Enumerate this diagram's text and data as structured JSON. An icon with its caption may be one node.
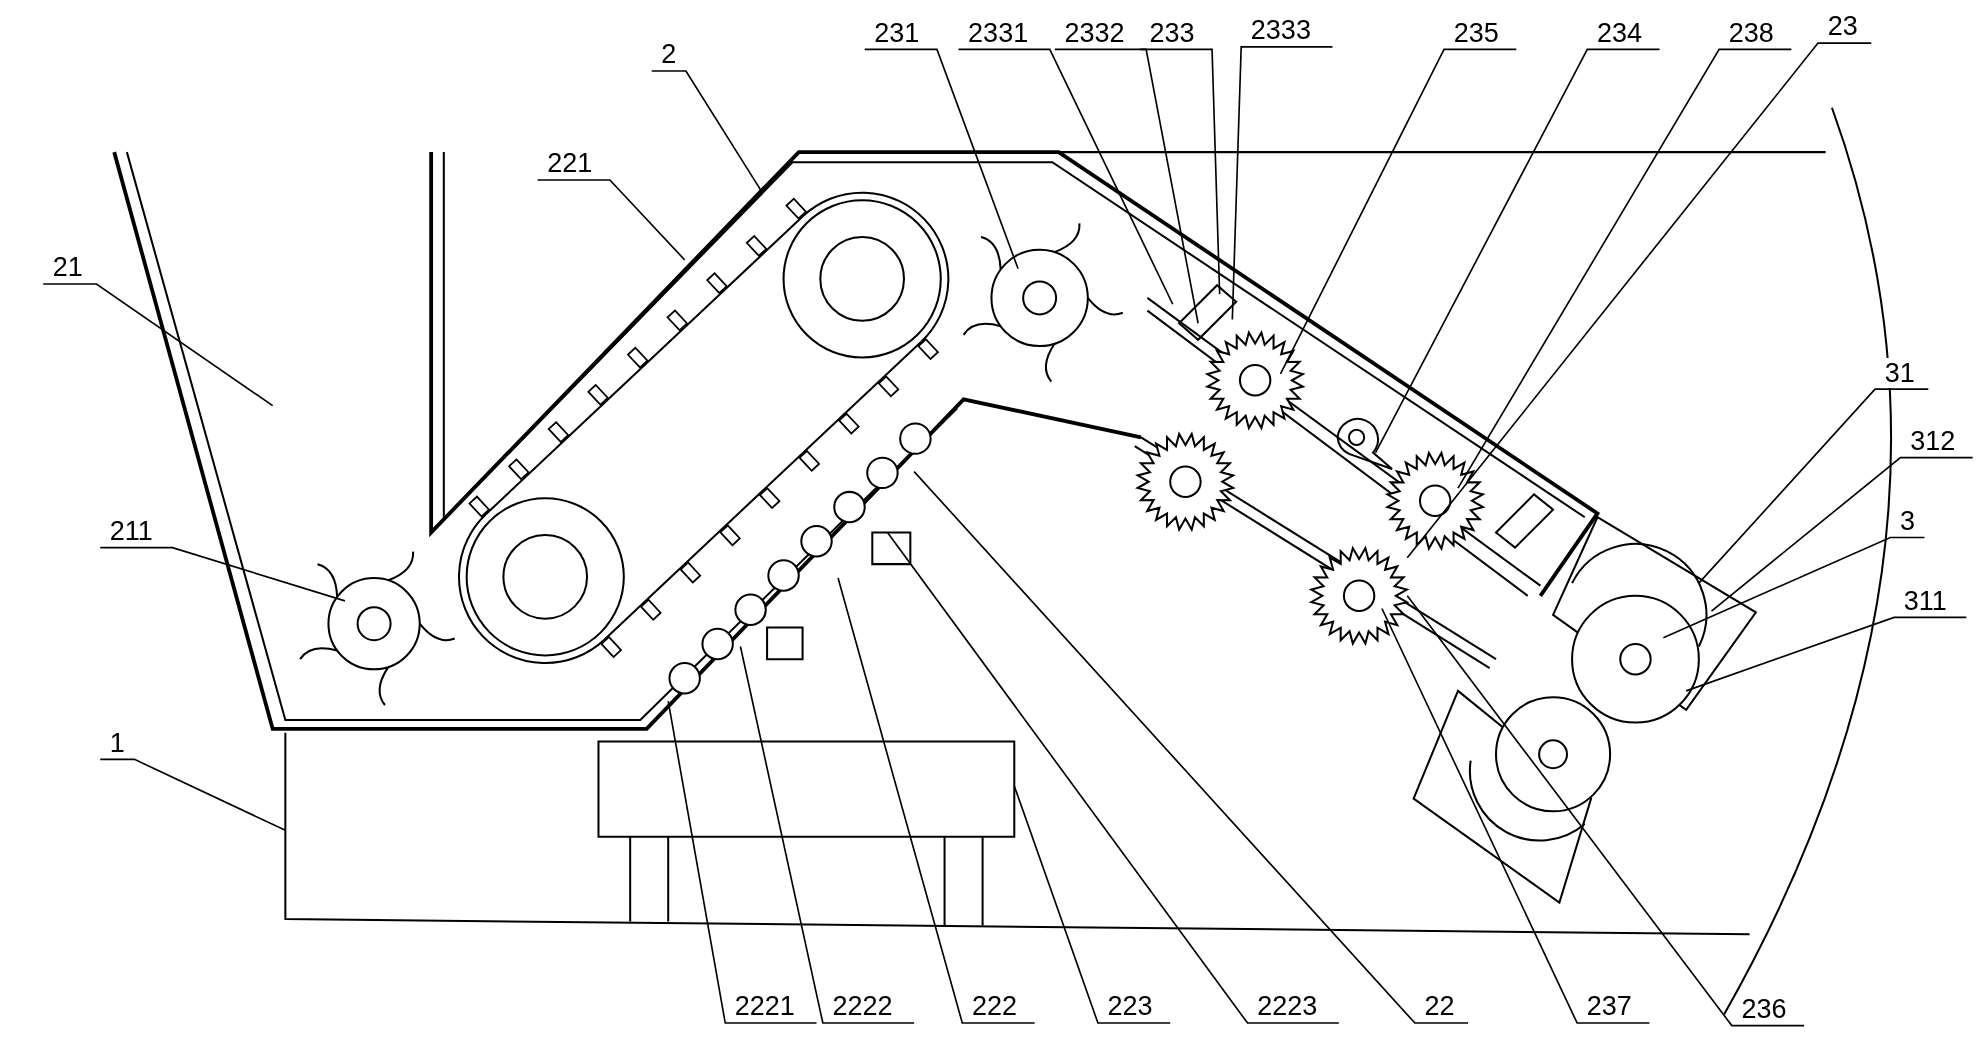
{
  "diagram": {
    "nodes": [
      {
        "text": [
          "23"
        ]
      },
      {
        "text": [
          "231"
        ]
      },
      {
        "text": [
          "2331"
        ]
      },
      {
        "text": [
          "2332"
        ]
      },
      {
        "text": [
          "233"
        ]
      },
      {
        "text": [
          "2333"
        ]
      },
      {
        "text": [
          "235"
        ]
      },
      {
        "text": [
          "234"
        ]
      },
      {
        "text": [
          "238"
        ]
      },
      {
        "text": [
          "2"
        ]
      },
      {
        "text": [
          "221"
        ]
      },
      {
        "text": [
          "21"
        ]
      },
      {
        "text": [
          "31"
        ]
      },
      {
        "text": [
          "312"
        ]
      },
      {
        "text": [
          "3"
        ]
      },
      {
        "text": [
          "211"
        ]
      },
      {
        "text": [
          "311"
        ]
      },
      {
        "text": [
          "1"
        ]
      },
      {
        "text": [
          "2221"
        ]
      },
      {
        "text": [
          "2222"
        ]
      },
      {
        "text": [
          "222"
        ]
      },
      {
        "text": [
          "223"
        ]
      },
      {
        "text": [
          "2223"
        ]
      },
      {
        "text": [
          "22"
        ]
      },
      {
        "text": [
          "237"
        ]
      },
      {
        "text": [
          "236"
        ]
      }
    ],
    "edges": [
      {
        "from": 0,
        "to": null,
        "arrow": "none"
      },
      {
        "from": 1,
        "to": null,
        "arrow": "none"
      },
      {
        "from": 2,
        "to": null,
        "arrow": "none"
      },
      {
        "from": 3,
        "to": null,
        "arrow": "none"
      },
      {
        "from": 4,
        "to": null,
        "arrow": "none"
      },
      {
        "from": 5,
        "to": null,
        "arrow": "none"
      },
      {
        "from": 6,
        "to": null,
        "arrow": "none"
      },
      {
        "from": 7,
        "to": null,
        "arrow": "none"
      },
      {
        "from": 8,
        "to": null,
        "arrow": "none"
      },
      {
        "from": 9,
        "to": null,
        "arrow": "none"
      },
      {
        "from": 10,
        "to": null,
        "arrow": "none"
      },
      {
        "from": 11,
        "to": null,
        "arrow": "none"
      },
      {
        "from": 12,
        "to": null,
        "arrow": "none"
      },
      {
        "from": 13,
        "to": null,
        "arrow": "none"
      },
      {
        "from": 14,
        "to": null,
        "arrow": "none"
      },
      {
        "from": 15,
        "to": null,
        "arrow": "none"
      },
      {
        "from": 16,
        "to": null,
        "arrow": "none"
      },
      {
        "from": 17,
        "to": null,
        "arrow": "none"
      },
      {
        "from": 18,
        "to": null,
        "arrow": "none"
      },
      {
        "from": 19,
        "to": null,
        "arrow": "none"
      },
      {
        "from": 20,
        "to": null,
        "arrow": "none"
      },
      {
        "from": 21,
        "to": null,
        "arrow": "none"
      },
      {
        "from": 22,
        "to": null,
        "arrow": "none"
      },
      {
        "from": 23,
        "to": null,
        "arrow": "none"
      },
      {
        "from": 24,
        "to": null,
        "arrow": "none"
      },
      {
        "from": 25,
        "to": null,
        "arrow": "none"
      }
    ]
  }
}
